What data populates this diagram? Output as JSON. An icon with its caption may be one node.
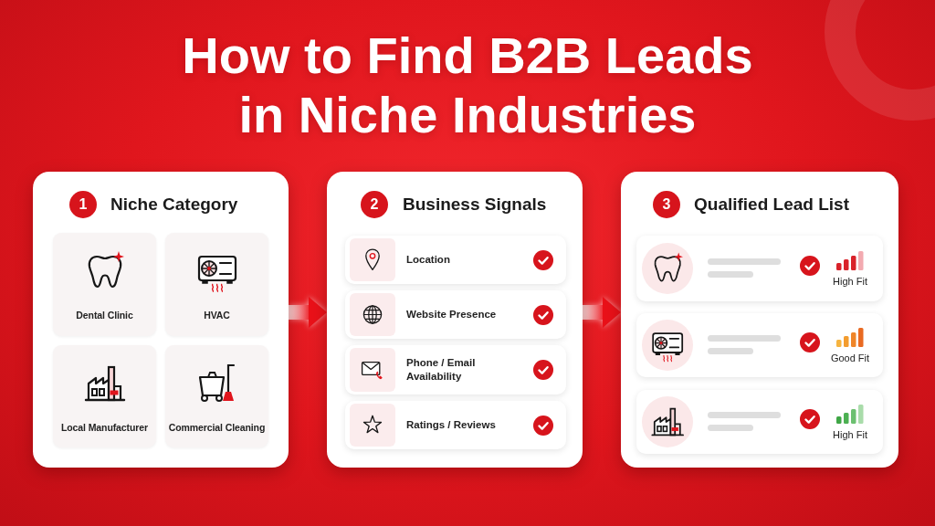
{
  "diagram": {
    "title": "How to Find B2B Leads in Niche Industries",
    "nodes": [
      {
        "text": [
          "1",
          "Niche Category"
        ]
      },
      {
        "text": [
          "Dental Clinic"
        ],
        "in": 0
      },
      {
        "text": [
          "HVAC"
        ],
        "in": 0
      },
      {
        "text": [
          "Local Manufacturer"
        ],
        "in": 0
      },
      {
        "text": [
          "Commercial Cleaning"
        ],
        "in": 0
      },
      {
        "text": [
          "2",
          "Business Signals"
        ]
      },
      {
        "text": [
          "Location"
        ],
        "in": 5
      },
      {
        "text": [
          "Website Presence"
        ],
        "in": 5
      },
      {
        "text": [
          "Phone / Email Availability"
        ],
        "in": 5
      },
      {
        "text": [
          "Ratings / Reviews"
        ],
        "in": 5
      },
      {
        "text": [
          "3",
          "Qualified Lead List"
        ]
      },
      {
        "text": [
          "High Fit"
        ],
        "in": 10
      },
      {
        "text": [
          "Good Fit"
        ],
        "in": 10
      },
      {
        "text": [
          "High Fit"
        ],
        "in": 10
      }
    ],
    "edges": [
      {
        "from": 0,
        "to": 5,
        "arrow": "to",
        "style": "thick"
      },
      {
        "from": 5,
        "to": 10,
        "arrow": "to",
        "style": "thick"
      }
    ]
  }
}
